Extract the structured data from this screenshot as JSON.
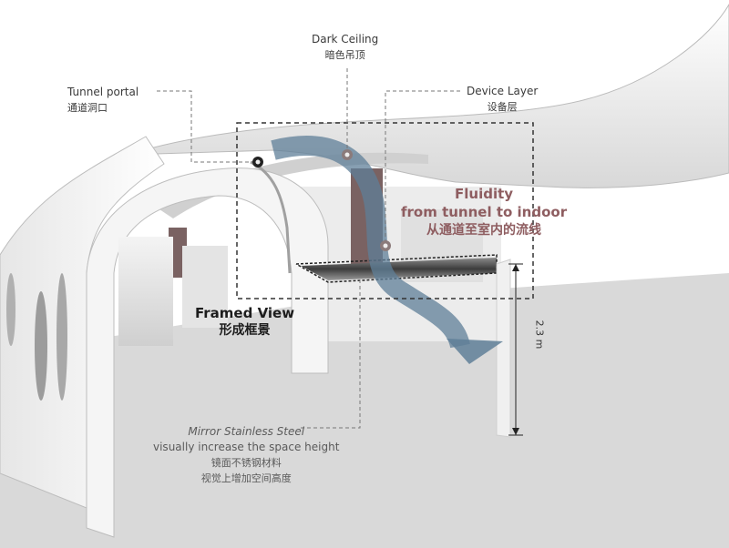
{
  "labels": {
    "tunnel_portal": {
      "en": "Tunnel portal",
      "zh": "通道洞口"
    },
    "dark_ceiling": {
      "en": "Dark Ceiling",
      "zh": "暗色吊顶"
    },
    "device_layer": {
      "en": "Device Layer",
      "zh": "设备层"
    },
    "fluidity": {
      "line1": "Fluidity",
      "line2": "from tunnel to indoor",
      "zh": "从通道至室内的流线"
    },
    "framed_view": {
      "en": "Framed View",
      "zh": "形成框景"
    },
    "mirror": {
      "line1": "Mirror Stainless Steel",
      "line2": "visually increase the space height",
      "zh1": "镜面不锈钢材料",
      "zh2": "视觉上增加空间高度"
    },
    "height_dimension": "2.3 m"
  },
  "colors": {
    "flow_arrow": "#5f7f98",
    "accent_text": "#8e5d60",
    "dark_ceiling": "#6e5a5a",
    "floor": "#d9d9d9",
    "wall": "#f2f2f2"
  }
}
